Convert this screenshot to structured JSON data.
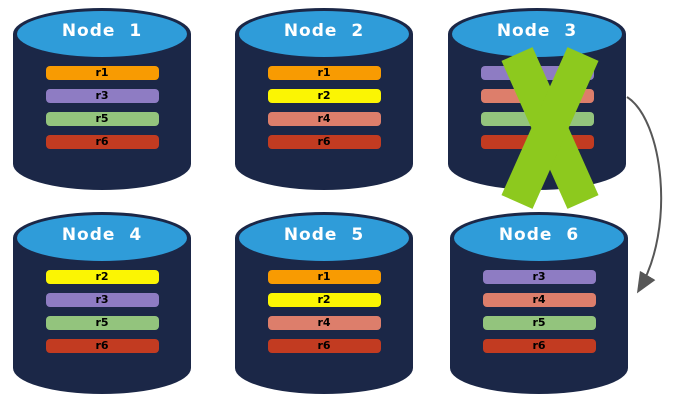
{
  "diagram": {
    "description": "replica-distribution-across-nodes",
    "nodes": [
      {
        "id": "node-1",
        "label": "Node 1",
        "failed": false,
        "replicas": [
          {
            "label": "r1",
            "color": "#F89B02"
          },
          {
            "label": "r3",
            "color": "#8E7CC3"
          },
          {
            "label": "r5",
            "color": "#93C47D"
          },
          {
            "label": "r6",
            "color": "#C23B21"
          }
        ]
      },
      {
        "id": "node-2",
        "label": "Node 2",
        "failed": false,
        "replicas": [
          {
            "label": "r1",
            "color": "#F89B02"
          },
          {
            "label": "r2",
            "color": "#FBF503"
          },
          {
            "label": "r4",
            "color": "#DD7E6B"
          },
          {
            "label": "r6",
            "color": "#C23B21"
          }
        ]
      },
      {
        "id": "node-3",
        "label": "Node 3",
        "failed": true,
        "replicas": [
          {
            "label": "r3",
            "color": "#8E7CC3"
          },
          {
            "label": "",
            "color": "#DD7E6B"
          },
          {
            "label": "",
            "color": "#93C47D"
          },
          {
            "label": "",
            "color": "#C23B21"
          }
        ]
      },
      {
        "id": "node-4",
        "label": "Node 4",
        "failed": false,
        "replicas": [
          {
            "label": "r2",
            "color": "#FBF503"
          },
          {
            "label": "r3",
            "color": "#8E7CC3"
          },
          {
            "label": "r5",
            "color": "#93C47D"
          },
          {
            "label": "r6",
            "color": "#C23B21"
          }
        ]
      },
      {
        "id": "node-5",
        "label": "Node 5",
        "failed": false,
        "replicas": [
          {
            "label": "r1",
            "color": "#F89B02"
          },
          {
            "label": "r2",
            "color": "#FBF503"
          },
          {
            "label": "r4",
            "color": "#DD7E6B"
          },
          {
            "label": "r6",
            "color": "#C23B21"
          }
        ]
      },
      {
        "id": "node-6",
        "label": "Node 6",
        "failed": false,
        "replicas": [
          {
            "label": "r3",
            "color": "#8E7CC3"
          },
          {
            "label": "r4",
            "color": "#DD7E6B"
          },
          {
            "label": "r5",
            "color": "#93C47D"
          },
          {
            "label": "r6",
            "color": "#C23B21"
          }
        ]
      }
    ],
    "failure_cross": {
      "node": "Node 3",
      "color": "#8DC91E"
    },
    "arrow": {
      "from": "Node 3",
      "to": "Node 6",
      "color": "#575757"
    },
    "colors": {
      "cylinder_body": "#1B2747",
      "cylinder_top": "#2F9CD9"
    }
  }
}
